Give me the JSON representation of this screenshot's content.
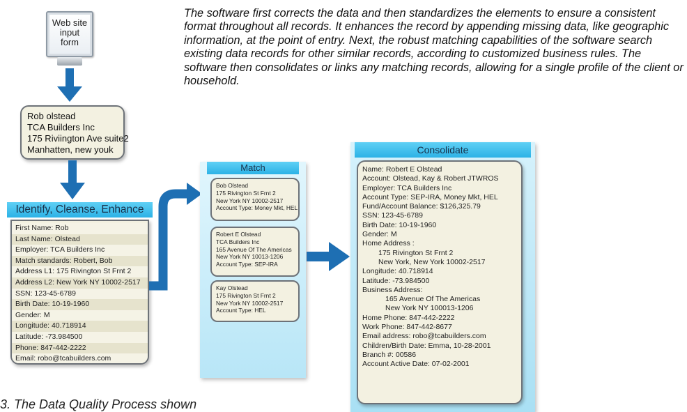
{
  "intro_text": "The software first corrects the data and then standardizes the elements to ensure a consistent format throughout all records. It enhances the record by appending missing data, like geographic information, at the point of entry. Next, the robust matching capabilities of the software search existing data records for other similar records, according to customized business rules. The software then consolidates or links any matching records, allowing for a single profile of the client or household.",
  "caption": "3. The Data Quality Process shown",
  "web_form": {
    "lines": [
      "Web site",
      "input",
      "form"
    ]
  },
  "input_record": {
    "lines": [
      "Rob olstead",
      "TCA Builders Inc",
      "175 Riviington Ave suite2",
      "Manhatten, new youk"
    ]
  },
  "identify": {
    "title": "Identify, Cleanse, Enhance",
    "lines": [
      "First Name: Rob",
      "Last Name: Olstead",
      "Employer: TCA Builders Inc",
      "Match standards: Robert, Bob",
      "Address L1: 175 Rivington St Frnt 2",
      "Address L2: New York NY 10002-2517",
      "SSN: 123-45-6789",
      "Birth Date: 10-19-1960",
      "Gender: M",
      "Longitude: 40.718914",
      "Latitude: -73.984500",
      "Phone: 847-442-2222",
      "Email: robo@tcabuilders.com"
    ]
  },
  "match": {
    "title": "Match",
    "records": [
      [
        "Bob Olstead",
        "175 Rivington St Frnt 2",
        "New York NY 10002-2517",
        "Account Type: Money Mkt, HEL"
      ],
      [
        "Robert E Olstead",
        "TCA Builders Inc",
        "165 Avenue Of The Americas",
        "New York NY 10013-1206",
        "Account Type: SEP-IRA"
      ],
      [
        "Kay Olstead",
        "175 Rivington St Frnt 2",
        "New York NY 10002-2517",
        "Account Type: HEL"
      ]
    ]
  },
  "consolidate": {
    "title": "Consolidate",
    "lines": [
      "Name: Robert E Olstead",
      "Account: Olstead, Kay & Robert JTWROS",
      "Employer: TCA Builders Inc",
      "Account Type: SEP-IRA, Money Mkt, HEL",
      "Fund/Account Balance: $126,325.79",
      "SSN: 123-45-6789",
      "Birth Date: 10-19-1960",
      "Gender: M",
      "Home Address :",
      "175 Rivington St Frnt 2",
      "New York, New York 10002-2517",
      "Longitude: 40.718914",
      "Latitude:  -73.984500",
      "Business Address:",
      "165 Avenue Of The Americas",
      "New York NY 100013-1206",
      "Home Phone: 847-442-2222",
      "Work Phone: 847-442-8677",
      "Email address: robo@tcabuilders.com",
      "Children/Birth Date:  Emma, 10-28-2001",
      "Branch #:  00586",
      "Account Active Date:  07-02-2001"
    ]
  },
  "colors": {
    "header": "#2cb2e6",
    "arrow": "#1e6fb3",
    "card": "#f3f1e1"
  }
}
